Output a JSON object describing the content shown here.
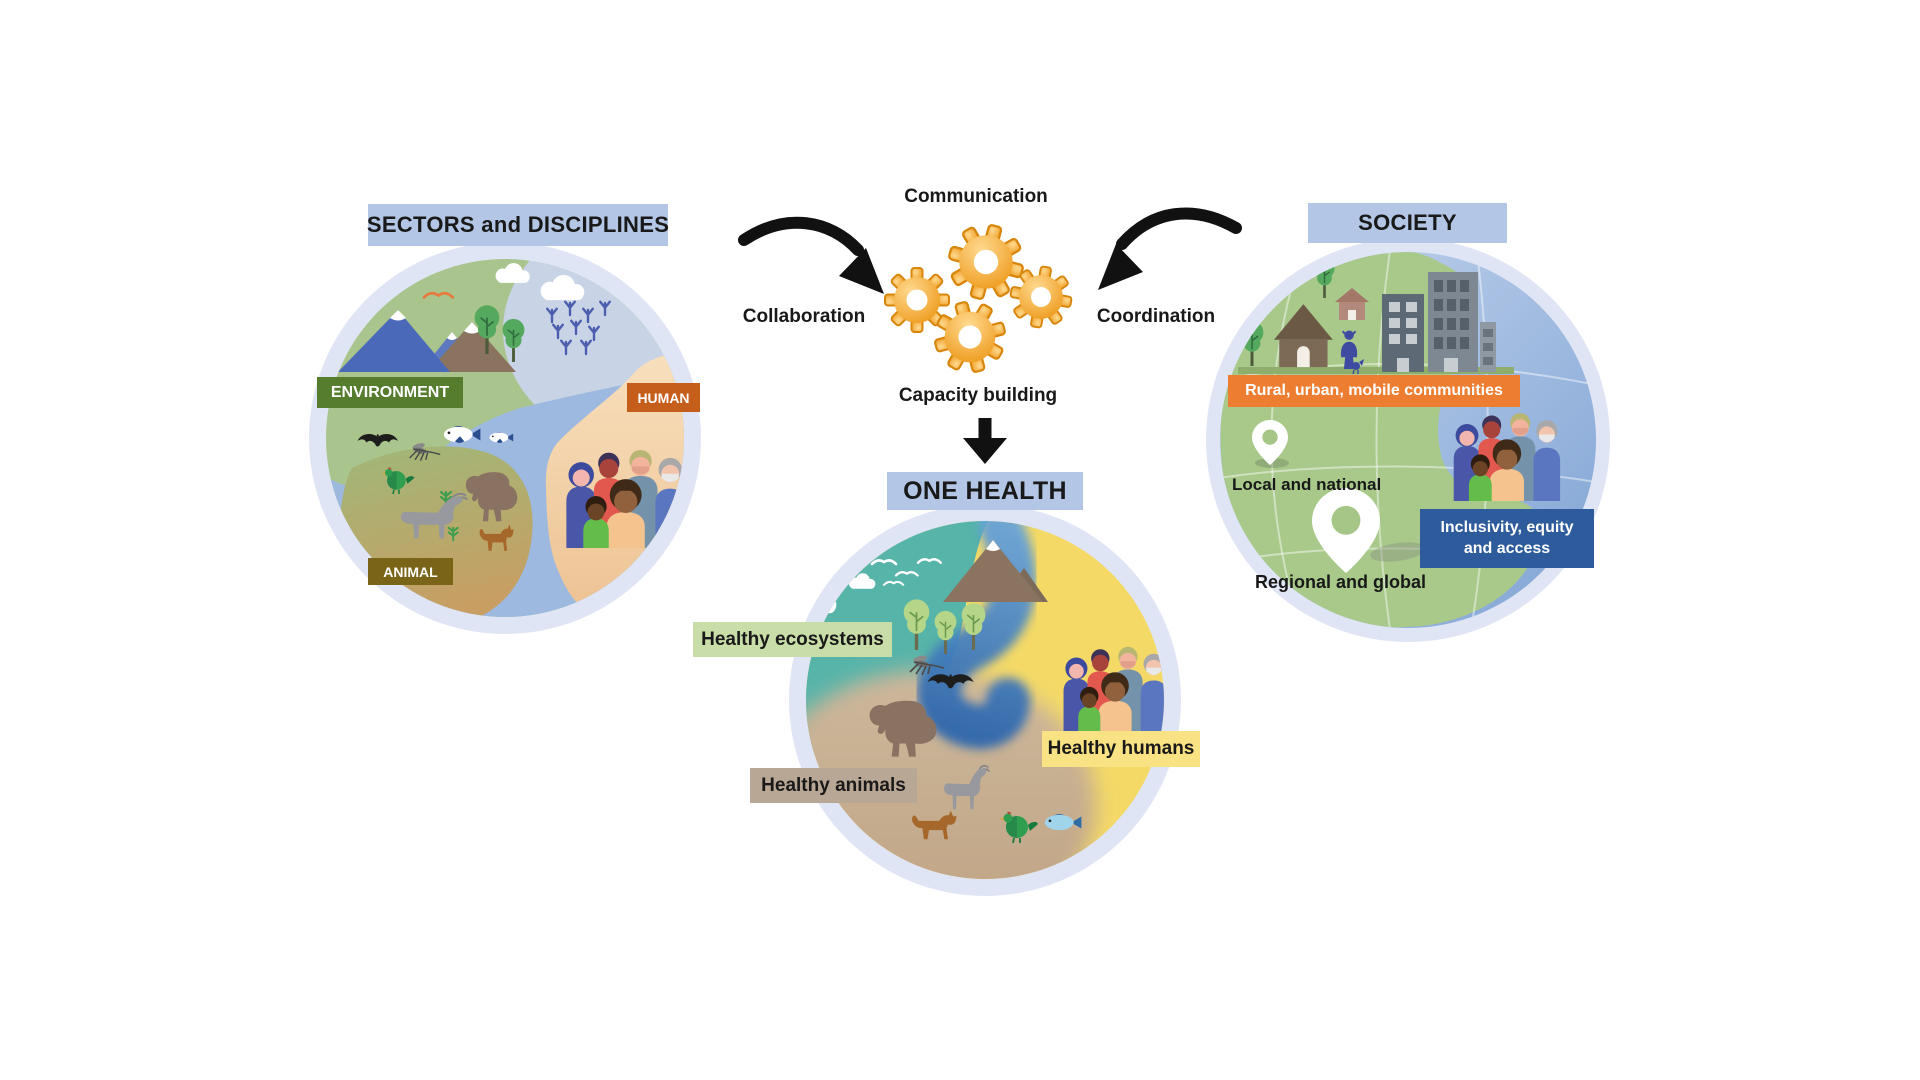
{
  "diagram": {
    "sectors": {
      "title": "SECTORS and DISCIPLINES",
      "labels": {
        "environment": "ENVIRONMENT",
        "human": "HUMAN",
        "animal": "ANIMAL"
      },
      "icons": [
        "orange-birds",
        "clouds",
        "mountains",
        "trees",
        "lavender-plants",
        "bat",
        "mosquito",
        "fish",
        "chicken",
        "fern",
        "gorilla",
        "goat",
        "dog",
        "people-group",
        "river"
      ]
    },
    "center": {
      "communication": "Communication",
      "collaboration": "Collaboration",
      "coordination": "Coordination",
      "capacity_building": "Capacity building",
      "icons": [
        "curved-arrow-left",
        "curved-arrow-right",
        "four-gears",
        "down-arrow"
      ]
    },
    "one_health": {
      "title": "ONE HEALTH",
      "labels": {
        "ecosystems": "Healthy ecosystems",
        "animals": "Healthy animals",
        "humans": "Healthy humans"
      },
      "icons": [
        "cloud",
        "seagulls",
        "mountain",
        "trees",
        "mosquito",
        "bat",
        "gorilla",
        "goat",
        "dog",
        "chicken",
        "fish",
        "people-group",
        "blue-swirl"
      ]
    },
    "society": {
      "title": "SOCIETY",
      "labels": {
        "communities": "Rural, urban, mobile communities",
        "local": "Local and national",
        "regional": "Regional and global",
        "inclusivity": "Inclusivity, equity and access"
      },
      "icons": [
        "globe-grid",
        "trees",
        "hut",
        "small-house",
        "city-buildings",
        "person-with-chicken",
        "location-pin-small",
        "location-pin-large",
        "people-group"
      ]
    },
    "palette": {
      "header_box": "#b4c6e5",
      "environment_box": "#567c2e",
      "human_box": "#c55d1b",
      "animal_box": "#7a6418",
      "rural_banner": "#ed7d31",
      "inclusivity_box": "#2e5b9c",
      "healthy_ecosystems_box": "#c9dda9",
      "healthy_animals_box": "#b9a795",
      "healthy_humans_box": "#f8e283",
      "gear_orange": "#f0a124",
      "arrow_black": "#111111",
      "ring_lavender": "#dfe5f4"
    }
  }
}
